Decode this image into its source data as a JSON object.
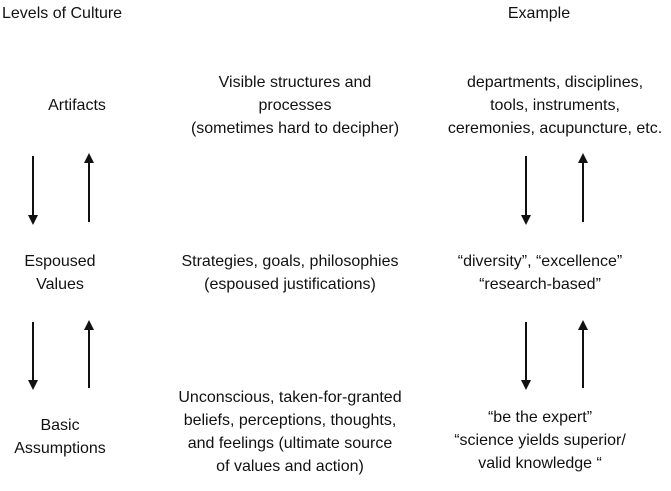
{
  "headers": {
    "levels": "Levels of Culture",
    "example": "Example"
  },
  "levels": [
    {
      "name": "Artifacts",
      "description": "Visible structures and\nprocesses\n(sometimes hard to decipher)",
      "example": "departments, disciplines,\ntools, instruments,\nceremonies, acupuncture, etc."
    },
    {
      "name": "Espoused\nValues",
      "description": "Strategies, goals, philosophies\n(espoused justifications)",
      "example": "“diversity”, “excellence”\n“research-based”"
    },
    {
      "name": "Basic\nAssumptions",
      "description": "Unconscious, taken-for-granted\nbeliefs, perceptions, thoughts,\nand feelings (ultimate source\nof values and action)",
      "example": "“be the expert”\n“science yields superior/\nvalid knowledge “"
    }
  ]
}
